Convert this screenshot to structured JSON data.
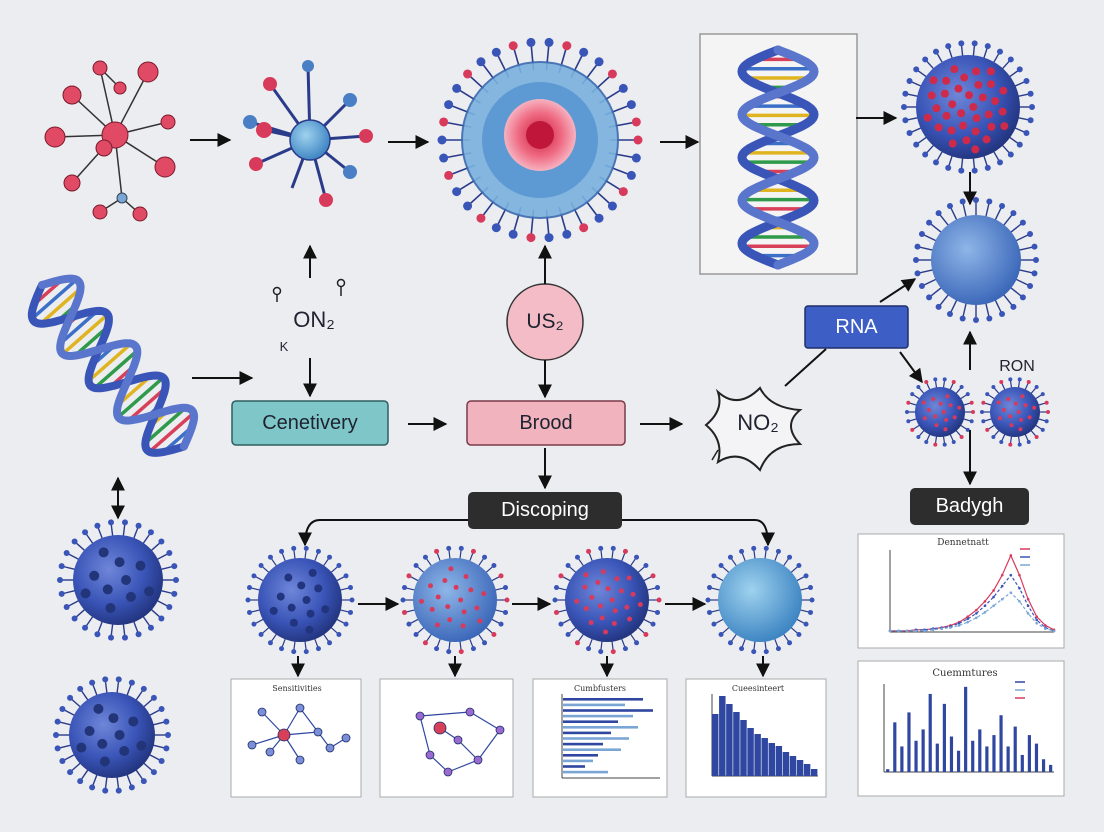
{
  "labels": {
    "cenetivery": "Cenetivery",
    "brood": "Brood",
    "discoping": "Discoping",
    "rna": "RNA",
    "badygh": "Badygh",
    "us2": "US₂",
    "on2": "ON₂",
    "no2": "NO₂",
    "ron": "RON",
    "k": "K"
  },
  "charts": {
    "line_title": "Dennetnatt",
    "bar_title": "Cuemmtures",
    "p1_title": "Sensitivities",
    "p3_title": "Cumbfusters",
    "p4_title": "Cueesinteert"
  },
  "colors": {
    "blue": "#3c4fa8",
    "red": "#d8405a",
    "teal_box": "#7fc6c8",
    "pink_box": "#f1b4bf",
    "rna_box": "#3d5ec4",
    "dark_box": "#2d2d2d"
  },
  "chart_data": [
    {
      "type": "line",
      "series": [
        {
          "values": [
            1,
            1,
            1,
            2,
            2,
            3,
            4,
            6,
            9,
            14,
            20,
            28,
            38,
            52,
            70,
            52,
            30,
            14,
            6,
            2
          ]
        },
        {
          "values": [
            1,
            1,
            1,
            2,
            2,
            3,
            4,
            5,
            8,
            12,
            17,
            24,
            32,
            42,
            52,
            40,
            24,
            11,
            4,
            1
          ]
        },
        {
          "values": [
            1,
            1,
            1,
            1,
            1,
            2,
            3,
            4,
            6,
            9,
            13,
            18,
            24,
            30,
            36,
            28,
            17,
            8,
            3,
            1
          ]
        }
      ]
    },
    {
      "type": "bar",
      "values": [
        2,
        35,
        18,
        42,
        22,
        30,
        55,
        20,
        48,
        25,
        15,
        60,
        22,
        30,
        18,
        26,
        40,
        18,
        32,
        12,
        26,
        20,
        9,
        5
      ]
    },
    {
      "type": "bar",
      "values": [
        62,
        80,
        72,
        64,
        56,
        48,
        42,
        38,
        33,
        30,
        24,
        20,
        16,
        12,
        7
      ]
    }
  ]
}
